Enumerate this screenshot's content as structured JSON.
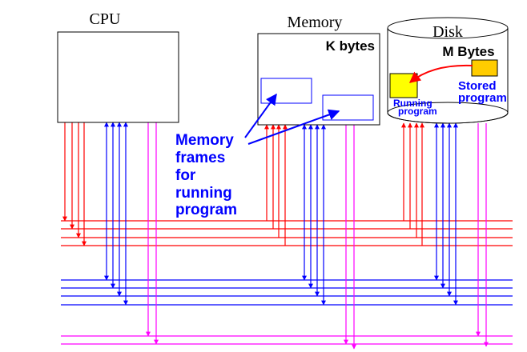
{
  "labels": {
    "cpu": "CPU",
    "memory": "Memory",
    "memory_size": "K bytes",
    "disk": "Disk",
    "disk_size": "M Bytes",
    "running_program": [
      "Running",
      "program"
    ],
    "stored_program": [
      "Stored",
      "program"
    ],
    "memory_frames": [
      "Memory",
      "frames",
      "for",
      "running",
      "program"
    ]
  },
  "colors": {
    "control_bus": "#ff0000",
    "data_bus": "#0000ff",
    "address_bus": "#ff00ff",
    "outline": "#000000",
    "program_block": "#ffff00",
    "stored_block": "#ffcc00",
    "annotation_text": "#0000ff"
  }
}
